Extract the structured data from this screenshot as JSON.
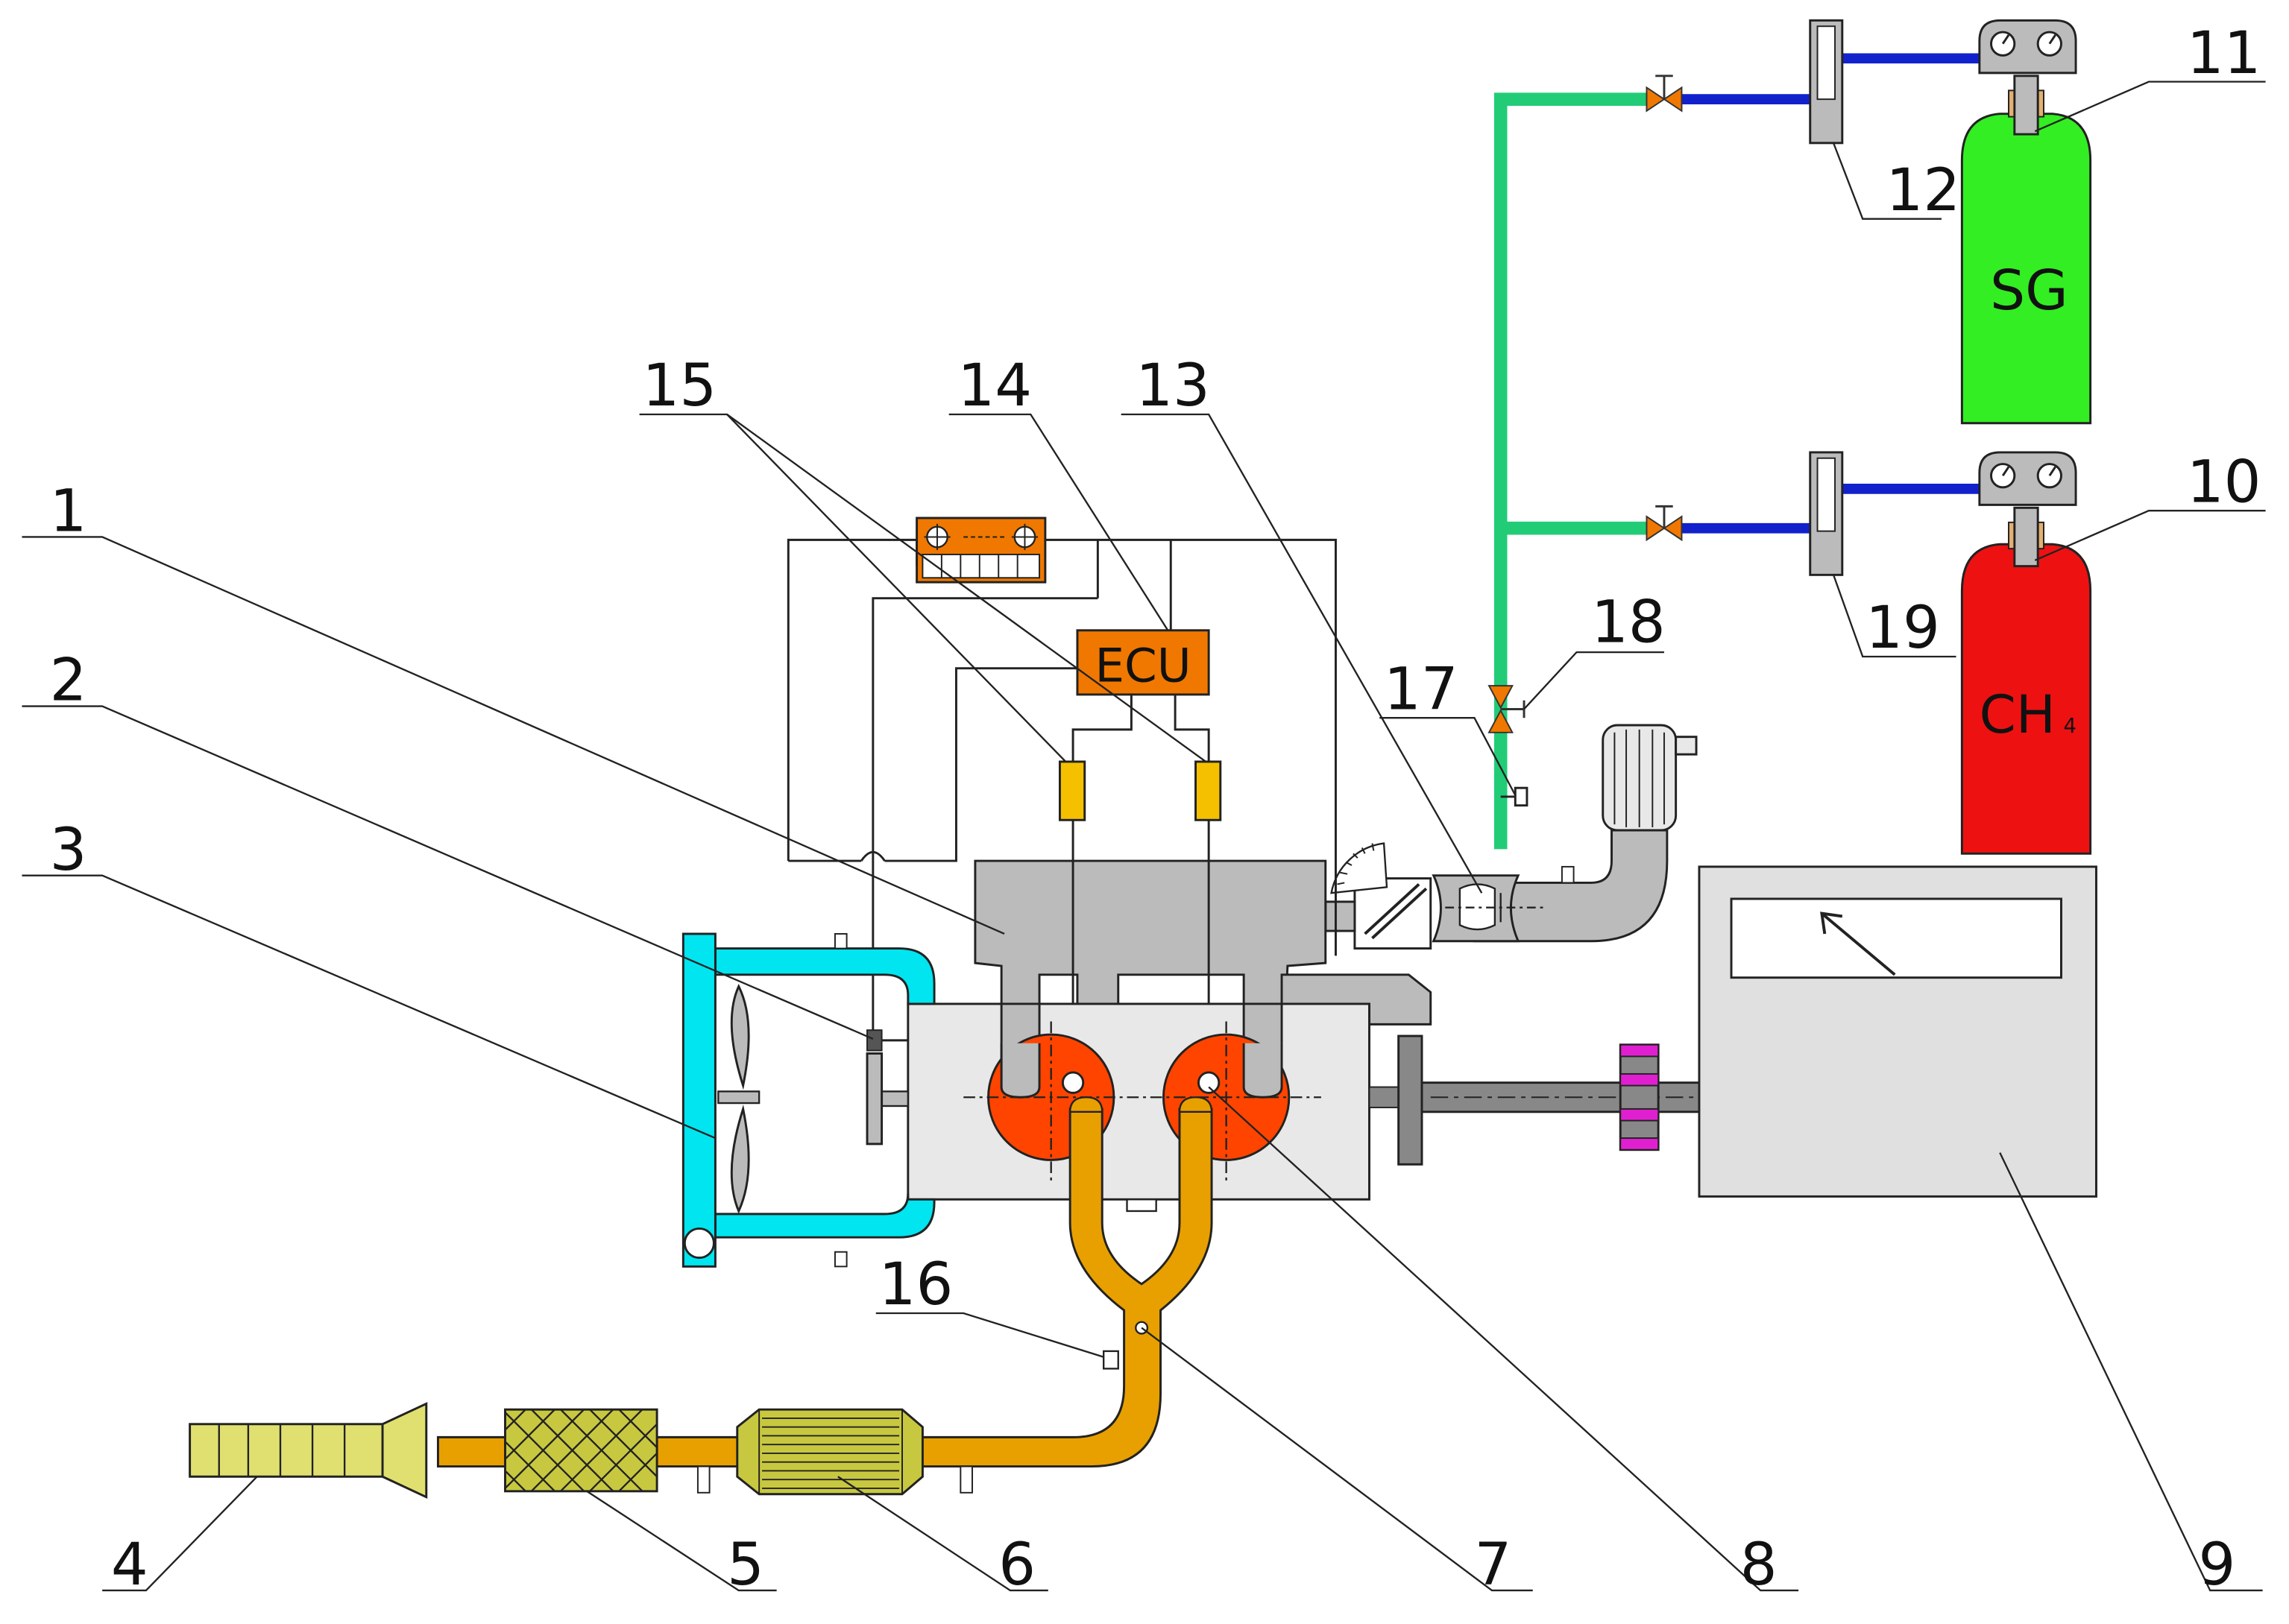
{
  "labels": {
    "n1": "1",
    "n2": "2",
    "n3": "3",
    "n4": "4",
    "n5": "5",
    "n6": "6",
    "n7": "7",
    "n8": "8",
    "n9": "9",
    "n10": "10",
    "n11": "11",
    "n12": "12",
    "n13": "13",
    "n14": "14",
    "n15": "15",
    "n16": "16",
    "n17": "17",
    "n18": "18",
    "n19": "19"
  },
  "ecu_text": "ECU",
  "sg_text": "SG",
  "ch4_main": "CH",
  "ch4_sub": "4",
  "colors": {
    "sg_cylinder": "#33ee22",
    "ch4_cylinder": "#ee1111",
    "gas_line": "#22cc77",
    "supply_line": "#1122cc",
    "cooling_loop": "#00e5f0",
    "exhaust": "#e8a000",
    "ecu": "#f07800",
    "cylinder_head": "#ff4400",
    "muffler": "#e0e070",
    "coupling": "#e020d0"
  }
}
